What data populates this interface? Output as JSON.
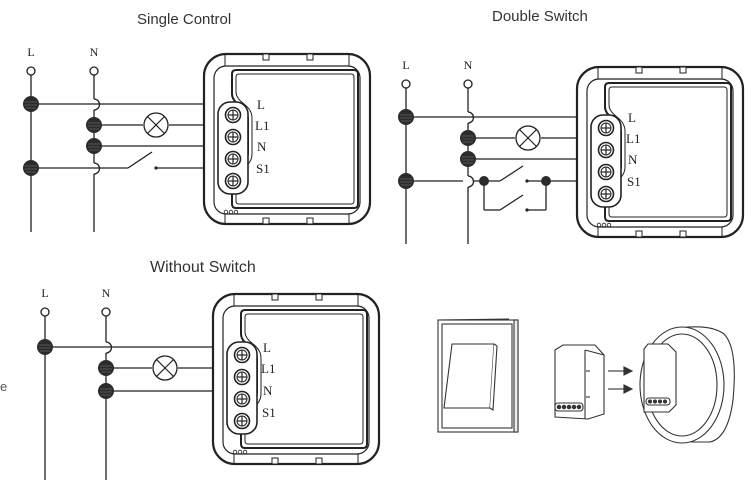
{
  "diagrams": [
    {
      "title": "Single Control",
      "supply_labels": [
        "L",
        "N"
      ],
      "terminals": [
        "L",
        "L1",
        "N",
        "S1"
      ]
    },
    {
      "title": "Double Switch",
      "supply_labels": [
        "L",
        "N"
      ],
      "terminals": [
        "L",
        "L1",
        "N",
        "S1"
      ]
    },
    {
      "title": "Without Switch",
      "supply_labels": [
        "L",
        "N"
      ],
      "terminals": [
        "L",
        "L1",
        "N",
        "S1"
      ]
    }
  ],
  "installation": {
    "parts": [
      "wall-switch",
      "relay-module",
      "wall-box"
    ]
  },
  "edge_text": "e"
}
